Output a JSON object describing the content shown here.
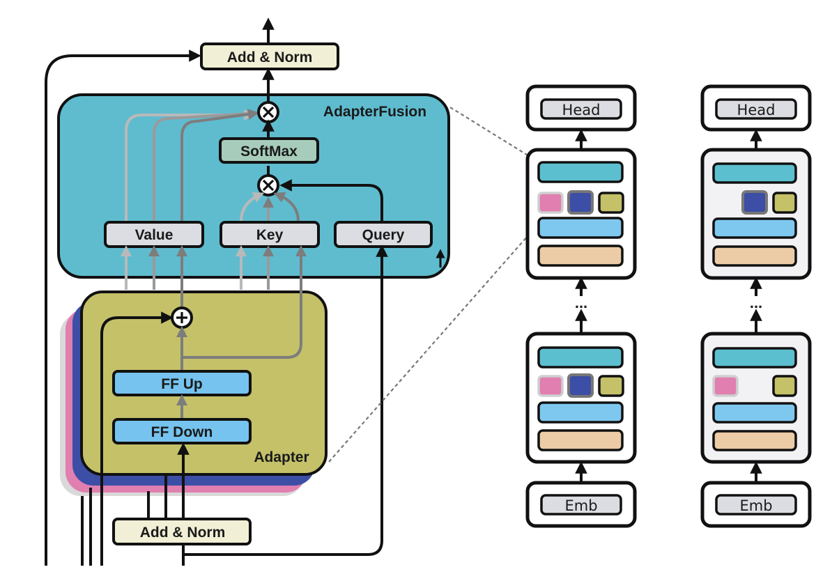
{
  "main_diagram": {
    "top_add_norm": "Add & Norm",
    "bottom_add_norm": "Add & Norm",
    "fusion_title": "AdapterFusion",
    "softmax": "SoftMax",
    "value": "Value",
    "key": "Key",
    "query": "Query",
    "adapter_title": "Adapter",
    "ff_up": "FF Up",
    "ff_down": "FF Down"
  },
  "stacks": [
    {
      "head": "Head",
      "emb": "Emb",
      "dots": "..."
    },
    {
      "head": "Head",
      "emb": "Emb",
      "dots": "..."
    }
  ],
  "colors": {
    "fusion_fill": "#5fbccf",
    "adapter_fill": "#c4c169",
    "adapter_blue": "#3c4ea5",
    "adapter_pink": "#e07fb0",
    "add_norm_fill": "#f1efd5",
    "key_value_query_fill": "#dcdde2",
    "softmax_fill": "#a7ccbc",
    "ff_fill": "#75c3ee",
    "layer_teal": "#5cbfcf",
    "layer_blue": "#7ec8ef",
    "layer_peach": "#eccca6"
  }
}
